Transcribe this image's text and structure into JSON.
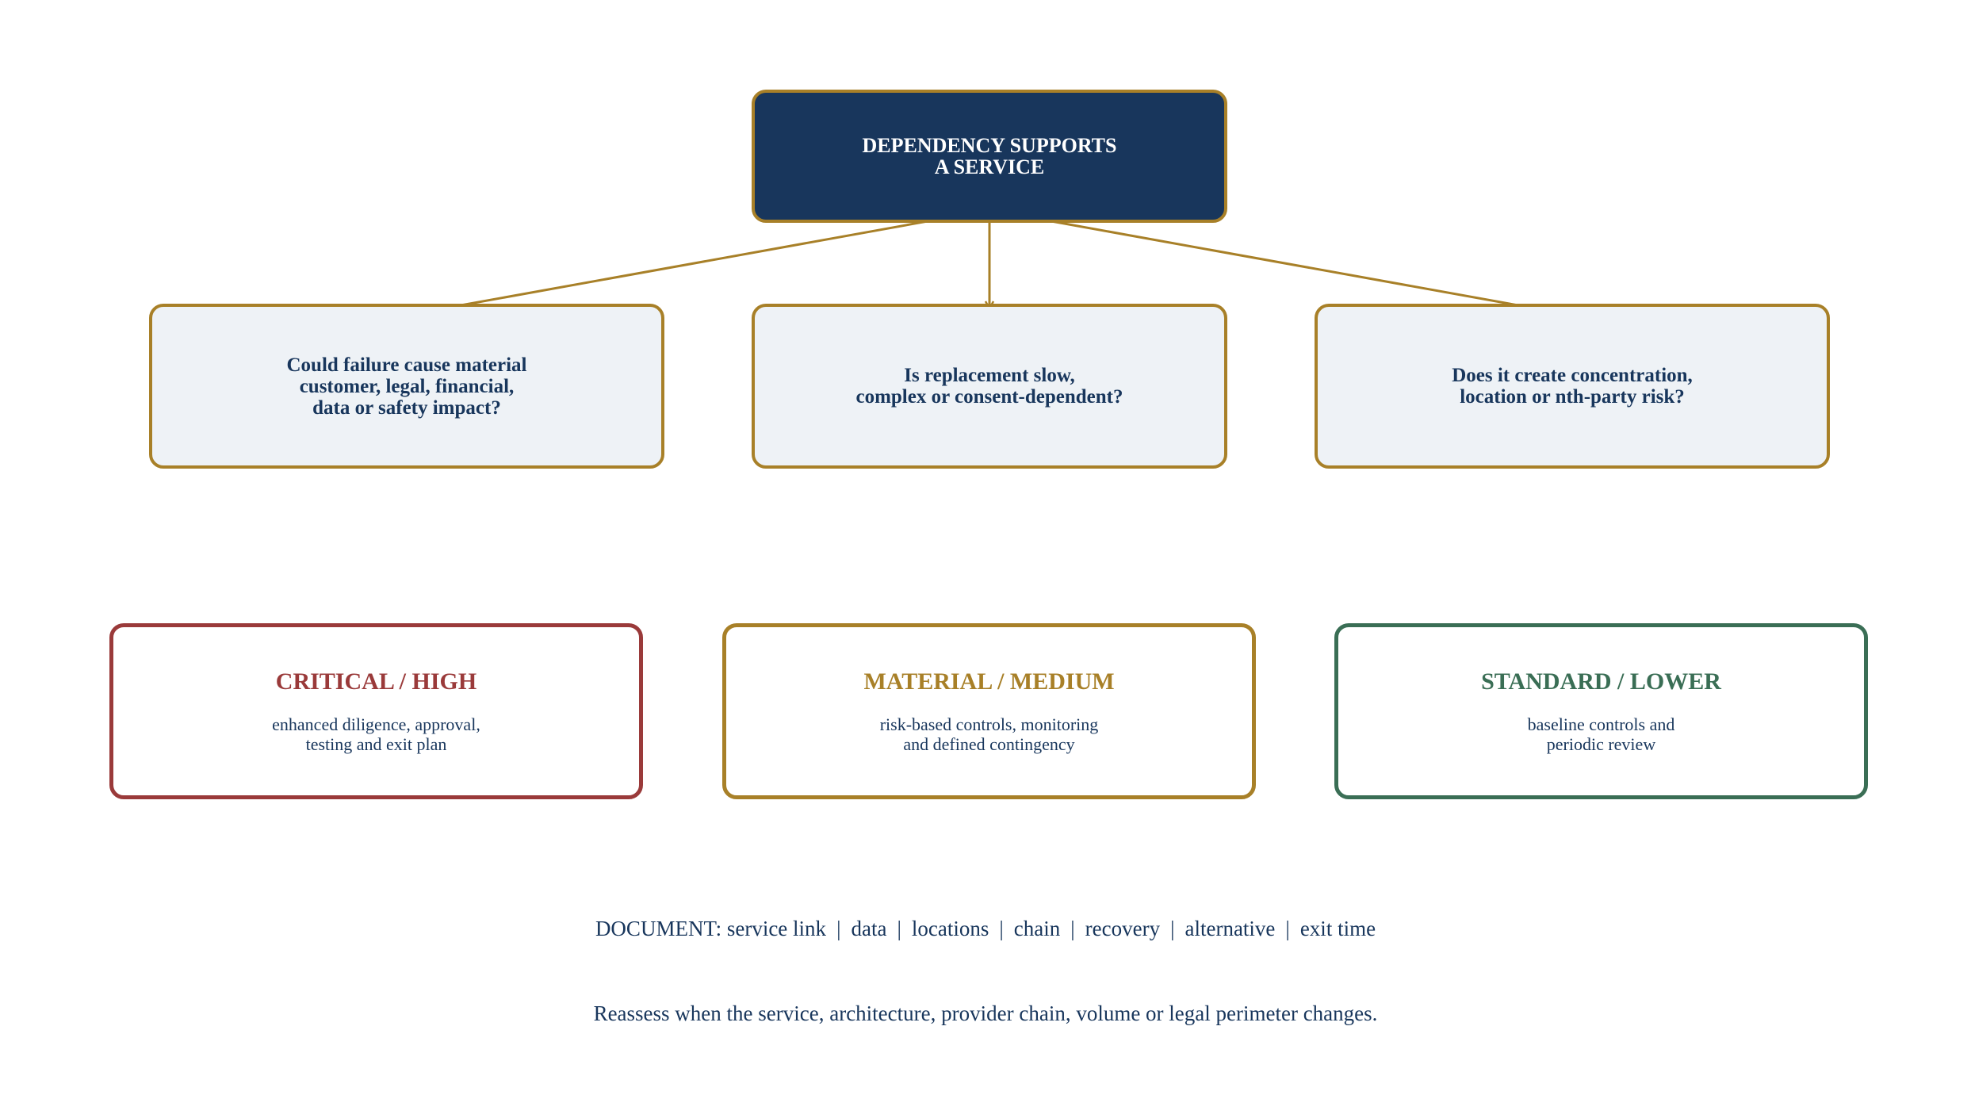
{
  "root": {
    "title": "DEPENDENCY SUPPORTS\nA SERVICE"
  },
  "questions": [
    {
      "text": "Could failure cause material\ncustomer, legal, financial,\ndata or safety impact?"
    },
    {
      "text": "Is replacement slow,\ncomplex or consent-dependent?"
    },
    {
      "text": "Does it create concentration,\nlocation or nth-party risk?"
    }
  ],
  "tiers": [
    {
      "title": "CRITICAL / HIGH",
      "description": "enhanced diligence, approval,\ntesting and exit plan",
      "color": "#9a3a3a"
    },
    {
      "title": "MATERIAL / MEDIUM",
      "description": "risk-based controls, monitoring\nand defined contingency",
      "color": "#a88028"
    },
    {
      "title": "STANDARD / LOWER",
      "description": "baseline controls and\nperiodic review",
      "color": "#3a6e55"
    }
  ],
  "document": {
    "label": "DOCUMENT:",
    "items": [
      "service link",
      "data",
      "locations",
      "chain",
      "recovery",
      "alternative",
      "exit time"
    ],
    "separator": "|"
  },
  "reassess": "Reassess when the service, architecture, provider chain, volume or legal perimeter changes.",
  "colors": {
    "navy": "#18365c",
    "gold": "#a88028",
    "question_fill": "#eef2f6",
    "red": "#9a3a3a",
    "green": "#3a6e55"
  }
}
